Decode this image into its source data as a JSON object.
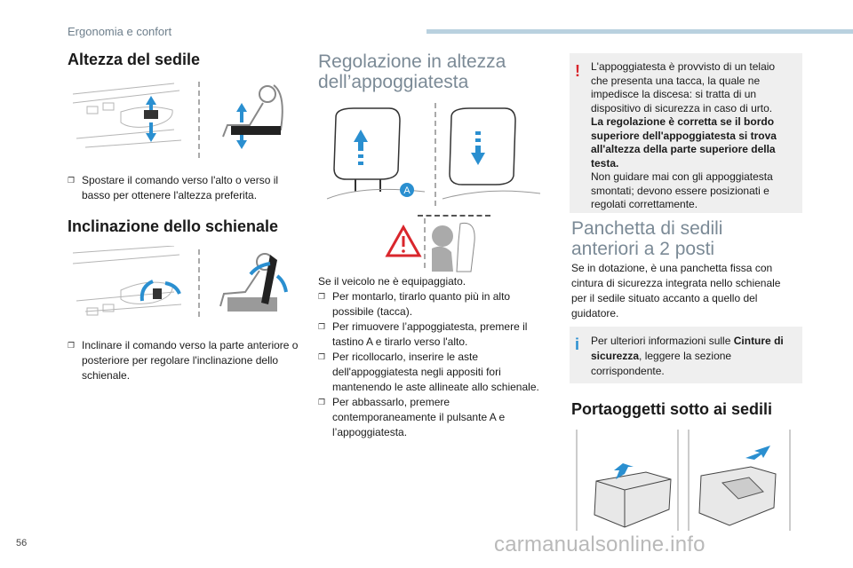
{
  "header": {
    "section": "Ergonomia e confort"
  },
  "left": {
    "seat_height": {
      "title": "Altezza del sedile",
      "bullet": "Spostare il comando verso l'alto o verso il basso per ottenere l'altezza preferita."
    },
    "backrest": {
      "title": "Inclinazione dello schienale",
      "bullet": "Inclinare il comando verso la parte anteriore o posteriore per regolare l'inclinazione dello schienale."
    }
  },
  "middle": {
    "title_line1": "Regolazione in altezza",
    "title_line2": "dell’appoggiatesta",
    "label_a": "A",
    "intro": "Se il veicolo ne è equipaggiato.",
    "bullets": [
      "Per montarlo, tirarlo quanto più in alto possibile (tacca).",
      "Per rimuovere l’appoggiatesta, premere il tastino A e tirarlo verso l'alto.",
      "Per ricollocarlo, inserire le aste dell'appoggiatesta negli appositi fori mantenendo le aste allineate allo schienale.",
      "Per abbassarlo, premere contemporaneamente il pulsante A e l’appoggiatesta."
    ]
  },
  "right": {
    "warning": {
      "intro": "L'appoggiatesta è provvisto di un telaio che presenta una tacca, la quale ne impedisce la discesa: si tratta di un dispositivo di sicurezza in caso di urto.",
      "bold": "La regolazione è corretta se il bordo superiore dell'appoggiatesta si trova all'altezza della parte superiore della testa.",
      "outro": "Non guidare mai con gli appoggiatesta smontati; devono essere posizionati e regolati correttamente."
    },
    "bench": {
      "title_line1": "Panchetta di sedili",
      "title_line2": "anteriori a 2 posti",
      "text": "Se in dotazione, è una panchetta fissa con cintura di sicurezza integrata nello schienale per il sedile situato accanto a quello del guidatore."
    },
    "info": {
      "pre": "Per ulteriori informazioni sulle ",
      "bold": "Cinture di sicurezza",
      "post": ", leggere la sezione corrispondente."
    },
    "storage": {
      "title": "Portaoggetti sotto ai sedili"
    }
  },
  "footer": {
    "page_number": "56",
    "watermark": "carmanualsonline.info"
  },
  "colors": {
    "accent_blue": "#2a8fd0",
    "warning_red": "#d9262c",
    "box_gray": "#efefef",
    "header_bar": "#b9d1df"
  }
}
